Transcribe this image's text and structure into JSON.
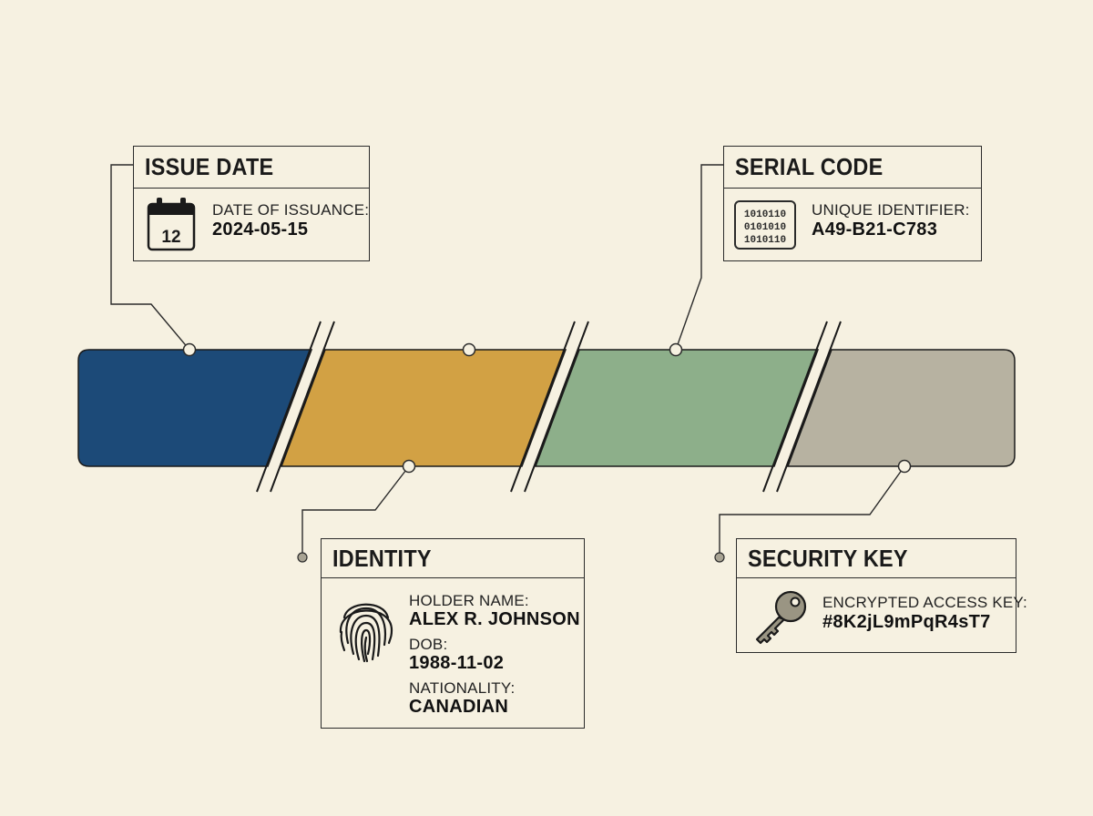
{
  "colors": {
    "background": "#f6f1e1",
    "segment_blue": "#1c4a78",
    "segment_orange": "#d2a144",
    "segment_green": "#8daf8a",
    "segment_gray": "#b7b2a1",
    "line": "#2b2b2b"
  },
  "callouts": {
    "issue_date": {
      "title": "ISSUE DATE",
      "icon": "calendar-icon",
      "icon_text": "12",
      "label": "DATE OF ISSUANCE:",
      "value": "2024-05-15"
    },
    "serial_code": {
      "title": "SERIAL CODE",
      "icon": "binary-chip-icon",
      "icon_rows": [
        "1010110",
        "0101010",
        "1010110"
      ],
      "label": "UNIQUE IDENTIFIER:",
      "value": "A49-B21-C783"
    },
    "identity": {
      "title": "IDENTITY",
      "icon": "fingerprint-icon",
      "fields": [
        {
          "label": "HOLDER NAME:",
          "value": "ALEX R. JOHNSON"
        },
        {
          "label": "DOB:",
          "value": "1988-11-02"
        },
        {
          "label": "NATIONALITY:",
          "value": "CANADIAN"
        }
      ]
    },
    "security_key": {
      "title": "SECURITY KEY",
      "icon": "key-icon",
      "label": "ENCRYPTED ACCESS KEY:",
      "value": "#8K2jL9mPqR4sT7"
    }
  }
}
